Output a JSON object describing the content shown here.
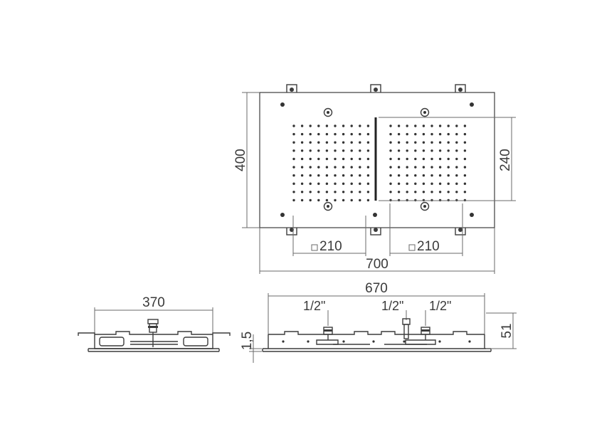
{
  "dimensions": {
    "width_700": "700",
    "height_400": "400",
    "square_210_left": "210",
    "square_210_right": "210",
    "square_symbol": "□",
    "height_240": "240",
    "side_370": "370",
    "front_670": "670",
    "depth_51": "51",
    "thickness_1_5": "1,5",
    "pipe_1": "1/2\"",
    "pipe_2": "1/2\"",
    "pipe_3": "1/2\""
  }
}
